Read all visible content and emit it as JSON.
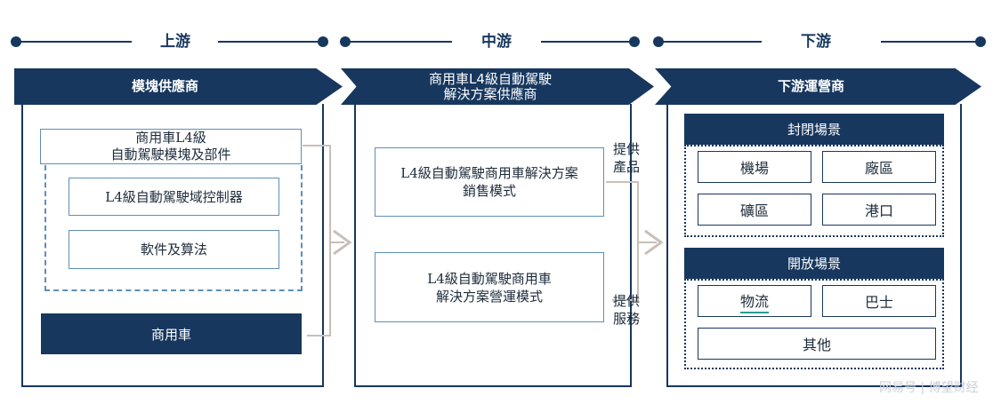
{
  "timeline": {
    "upstream": "上游",
    "midstream": "中游",
    "downstream": "下游"
  },
  "upstream": {
    "header": "模塊供應商",
    "module_box": "商用車L4級\n自動駕駛模塊及部件",
    "controller": "L4級自動駕駛域控制器",
    "software": "軟件及算法",
    "vehicle": "商用車"
  },
  "midstream": {
    "header": "商用車L4級自動駕駛\n解決方案供應商",
    "sales_model": "L4級自動駕駛商用車解決方案\n銷售模式",
    "operation_model": "L4級自動駕駛商用車\n解決方案營運模式",
    "provide_products": "提供\n產品",
    "provide_services": "提供\n服務"
  },
  "downstream": {
    "header": "下游運營商",
    "closed_title": "封閉場景",
    "closed_items": [
      "機場",
      "廠區",
      "礦區",
      "港口"
    ],
    "open_title": "開放場景",
    "open_items": [
      "物流",
      "巴士",
      "其他"
    ]
  },
  "watermark": "网易号 | 博望财经",
  "colors": {
    "navy": "#17375e",
    "light_blue": "#5e8fb8",
    "connector": "#c9bfb8"
  },
  "icons": {
    "timeline_dot": "dot-icon",
    "flow_arrow": "chevron-right-icon"
  }
}
